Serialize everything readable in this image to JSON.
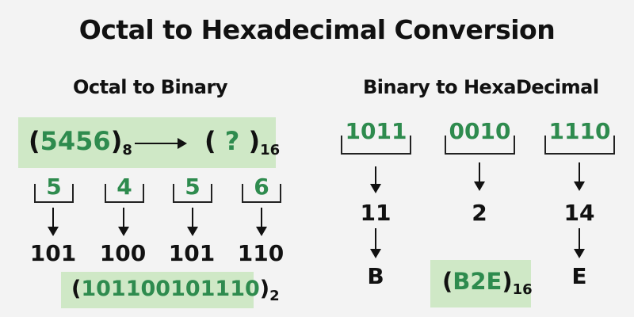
{
  "title": "Octal to Hexadecimal Conversion",
  "left_section": {
    "heading": "Octal to Binary",
    "input": {
      "value": "5456",
      "base": "8"
    },
    "target": {
      "value": "?",
      "base": "16"
    },
    "octal_digits": [
      "5",
      "4",
      "5",
      "6"
    ],
    "binary_groups": [
      "101",
      "100",
      "101",
      "110"
    ],
    "combined_binary": {
      "value": "101100101110",
      "base": "2"
    }
  },
  "right_section": {
    "heading": "Binary to HexaDecimal",
    "binary_groups": [
      "1011",
      "0010",
      "1110"
    ],
    "decimal_values": [
      "11",
      "2",
      "14"
    ],
    "hex_digits": [
      "B",
      "E"
    ],
    "result": {
      "value": "B2E",
      "base": "16"
    }
  },
  "colors": {
    "background": "#f3f3f3",
    "highlight_box": "#cfe8c6",
    "accent_green": "#2e8b4e",
    "text": "#111111"
  }
}
